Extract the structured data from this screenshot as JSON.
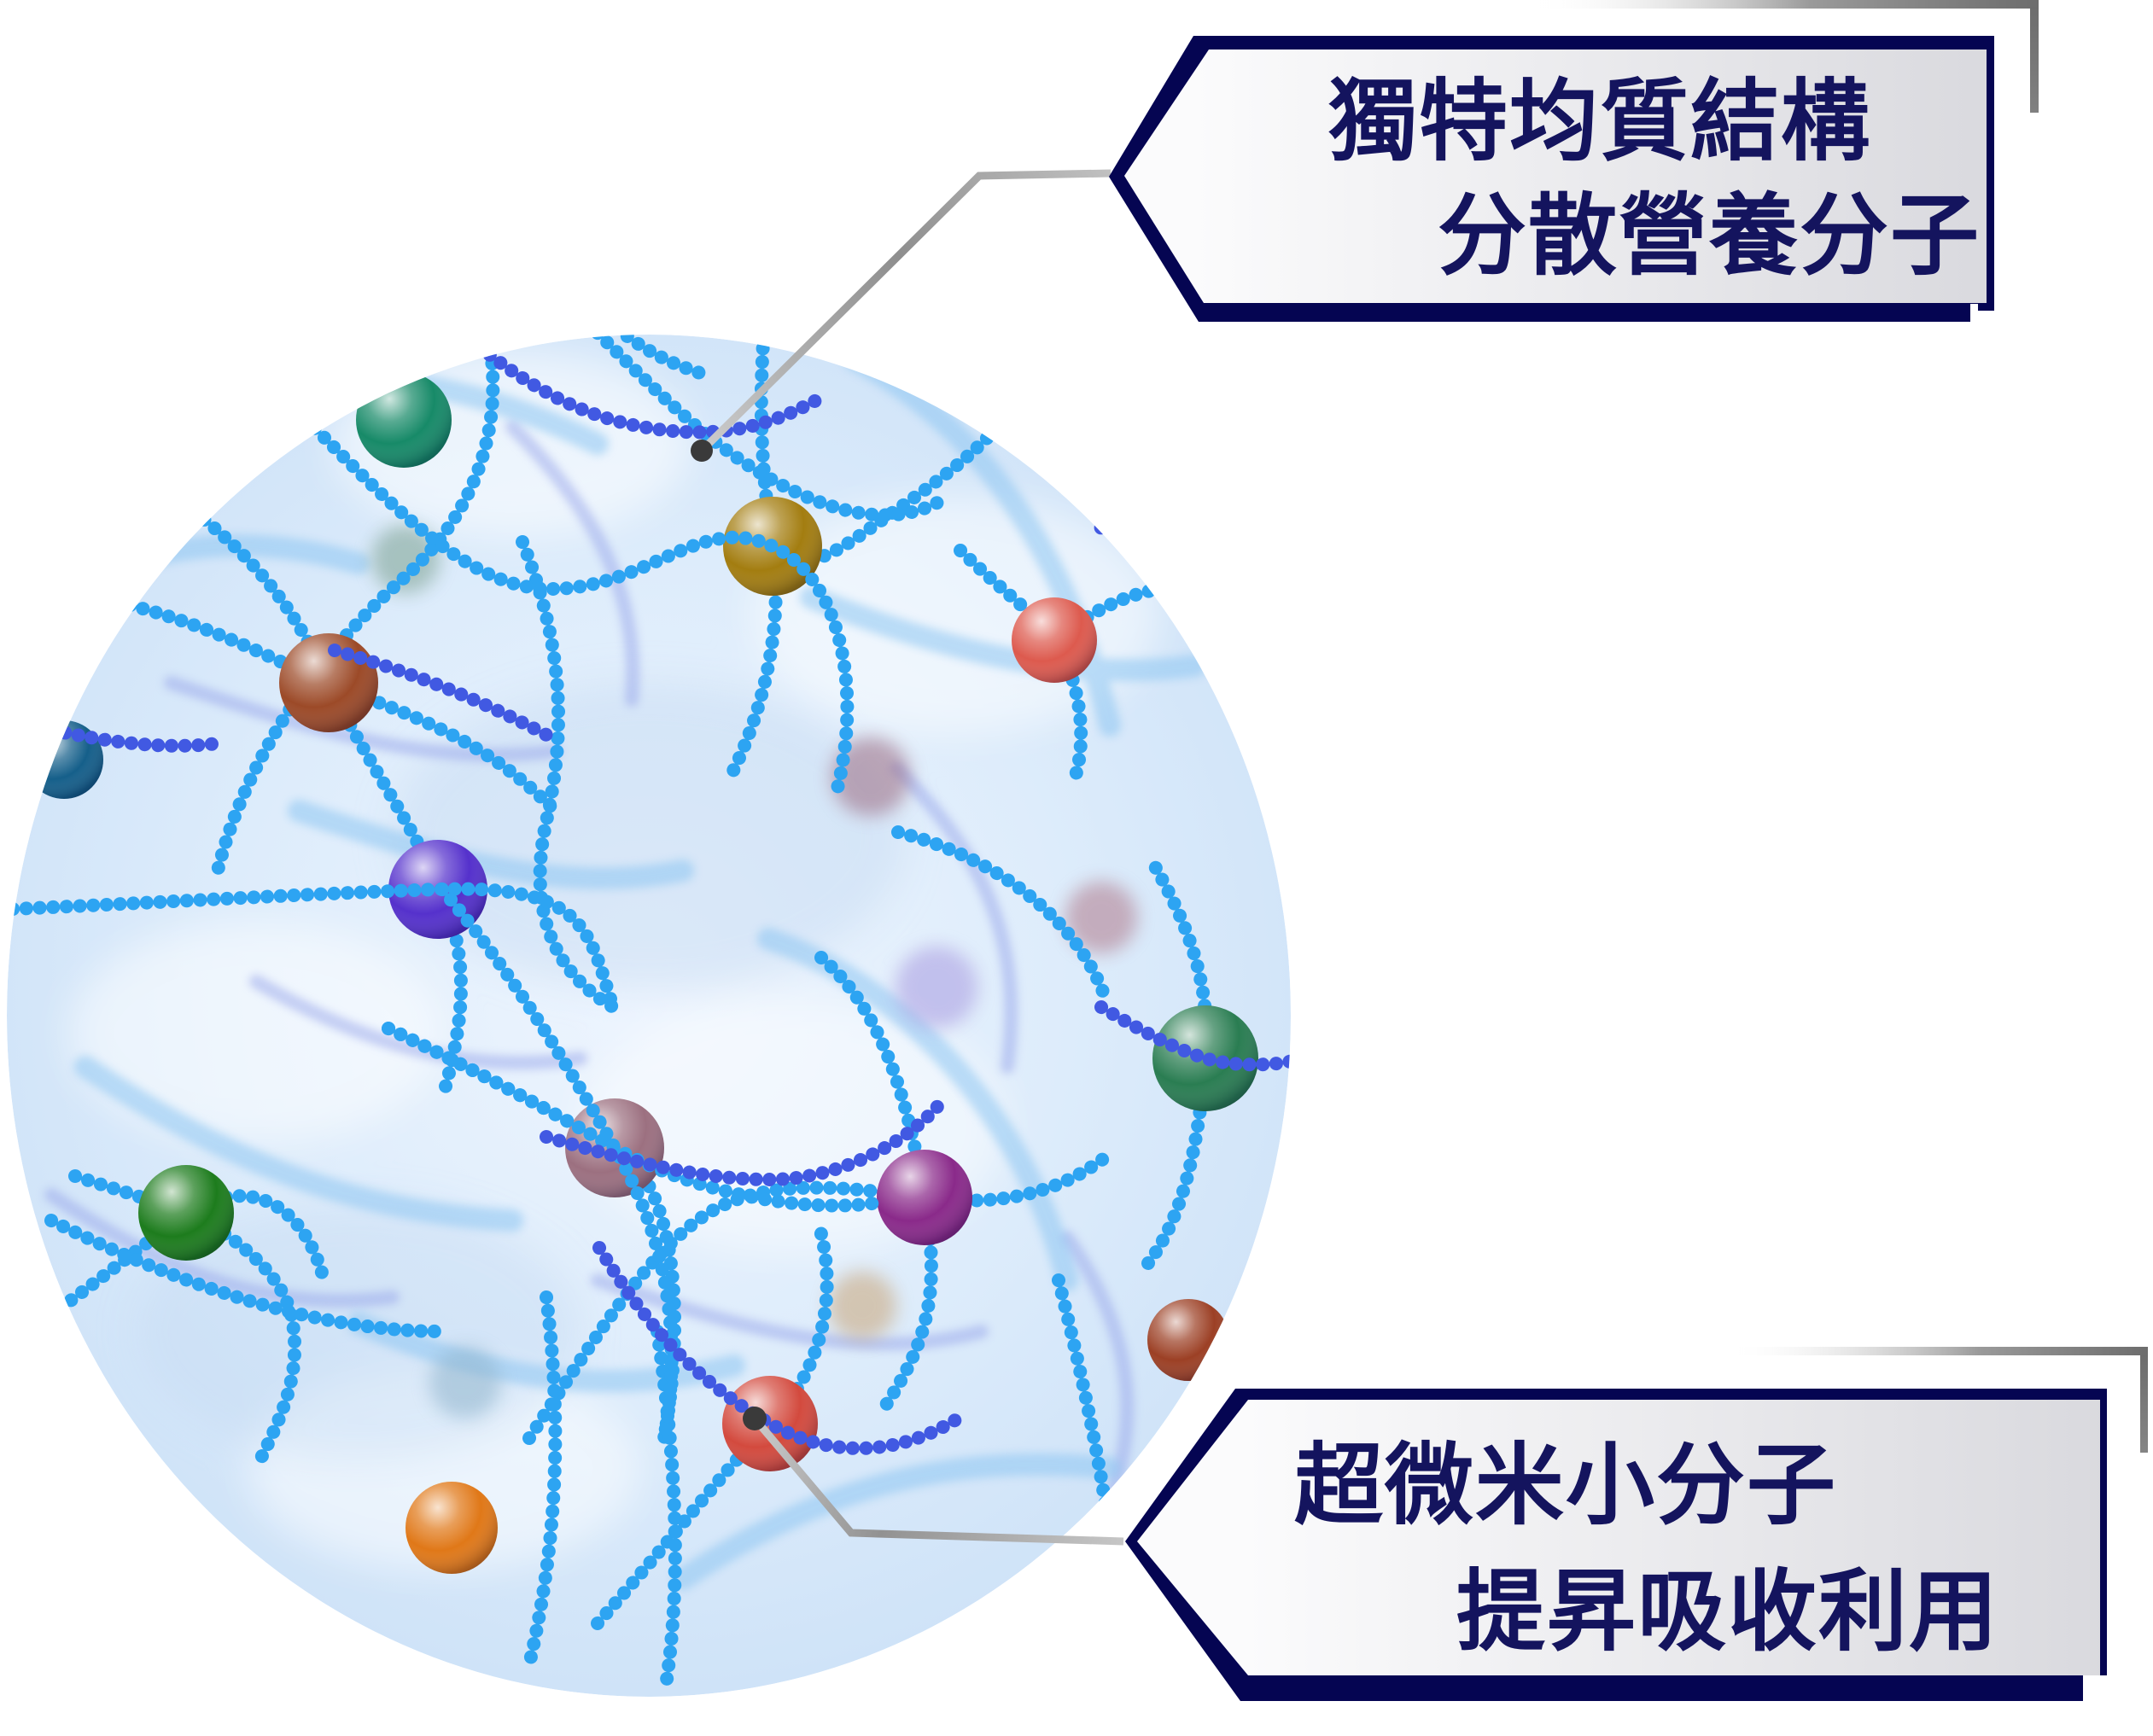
{
  "callouts": {
    "top": {
      "line1": "獨特均質結構",
      "line2": "分散營養分子"
    },
    "bottom": {
      "line1": "超微米小分子",
      "line2": "提昇吸收利用"
    }
  },
  "colors": {
    "border_navy": "#050552",
    "text_navy": "#14145e",
    "anchor_dot": "#3a3a3a",
    "chain_azure": "#2da4f2",
    "chain_royal": "#4159e2",
    "chain_faded_azure": "#8ec6f2",
    "chain_faded_lavender": "#97a5ea",
    "connector_gray": "#a6a6a6",
    "decor_gray": "#6d6d6d"
  },
  "circle_view": {
    "description": "microscope view of beaded molecule chains dispersing nutrient spheres",
    "spheres": [
      {
        "name": "teal-green",
        "color": "#178a68"
      },
      {
        "name": "gold",
        "color": "#a37d10"
      },
      {
        "name": "sienna",
        "color": "#9c4a28"
      },
      {
        "name": "coral-red",
        "color": "#dd5a4e"
      },
      {
        "name": "dark-teal",
        "color": "#155f8a"
      },
      {
        "name": "violet",
        "color": "#5531cc"
      },
      {
        "name": "forest-green",
        "color": "#1d7c1d"
      },
      {
        "name": "mauve",
        "color": "#9c7080"
      },
      {
        "name": "magenta",
        "color": "#8a2a8a"
      },
      {
        "name": "sea-green",
        "color": "#2a7d52"
      },
      {
        "name": "red",
        "color": "#d34a3e"
      },
      {
        "name": "orange",
        "color": "#e07818"
      },
      {
        "name": "brick",
        "color": "#9c4025"
      }
    ],
    "background_spheres": [
      {
        "name": "faded-mauve",
        "color": "#9c6a80"
      },
      {
        "name": "faded-lavender",
        "color": "#a79ae0"
      },
      {
        "name": "faded-sage",
        "color": "#7ba08f"
      },
      {
        "name": "faded-rose",
        "color": "#b0798a"
      },
      {
        "name": "faded-tan",
        "color": "#c9a477"
      },
      {
        "name": "faded-steel",
        "color": "#8fb4cc"
      }
    ]
  }
}
